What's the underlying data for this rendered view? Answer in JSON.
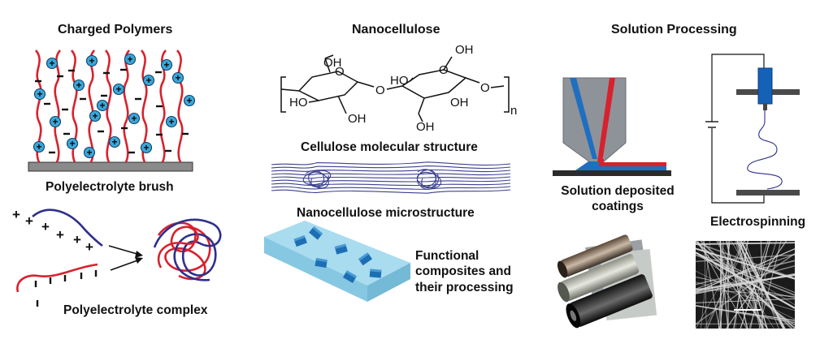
{
  "sections": {
    "charged_polymers": {
      "title": "Charged Polymers",
      "brush_label": "Polyelectrolyte brush",
      "complex_label": "Polyelectrolyte complex",
      "plus_sign": "+",
      "minus_sign": "–"
    },
    "nanocellulose": {
      "title": "Nanocellulose",
      "molecular_label": "Cellulose molecular structure",
      "microstructure_label": "Nanocellulose microstructure",
      "composites_line1": "Functional",
      "composites_line2": "composites and",
      "composites_line3": "their processing",
      "chem_labels": {
        "oh": "OH",
        "ho": "HO",
        "o": "O",
        "n": "n"
      }
    },
    "solution_processing": {
      "title": "Solution Processing",
      "coating_line1": "Solution deposited",
      "coating_line2": "coatings",
      "electrospinning_label": "Electrospinning"
    }
  },
  "colors": {
    "polymer_red": "#d7222e",
    "polymer_blue": "#2e2f8c",
    "ion_fill": "#3aa7d9",
    "substrate_gray": "#8a8a8a",
    "composite_slab": "#a9dcef",
    "composite_particle": "#1d6fb3",
    "nozzle_gray": "#8e9399",
    "nozzle_blue": "#1f6fc0",
    "needle_blue": "#1561b8"
  }
}
